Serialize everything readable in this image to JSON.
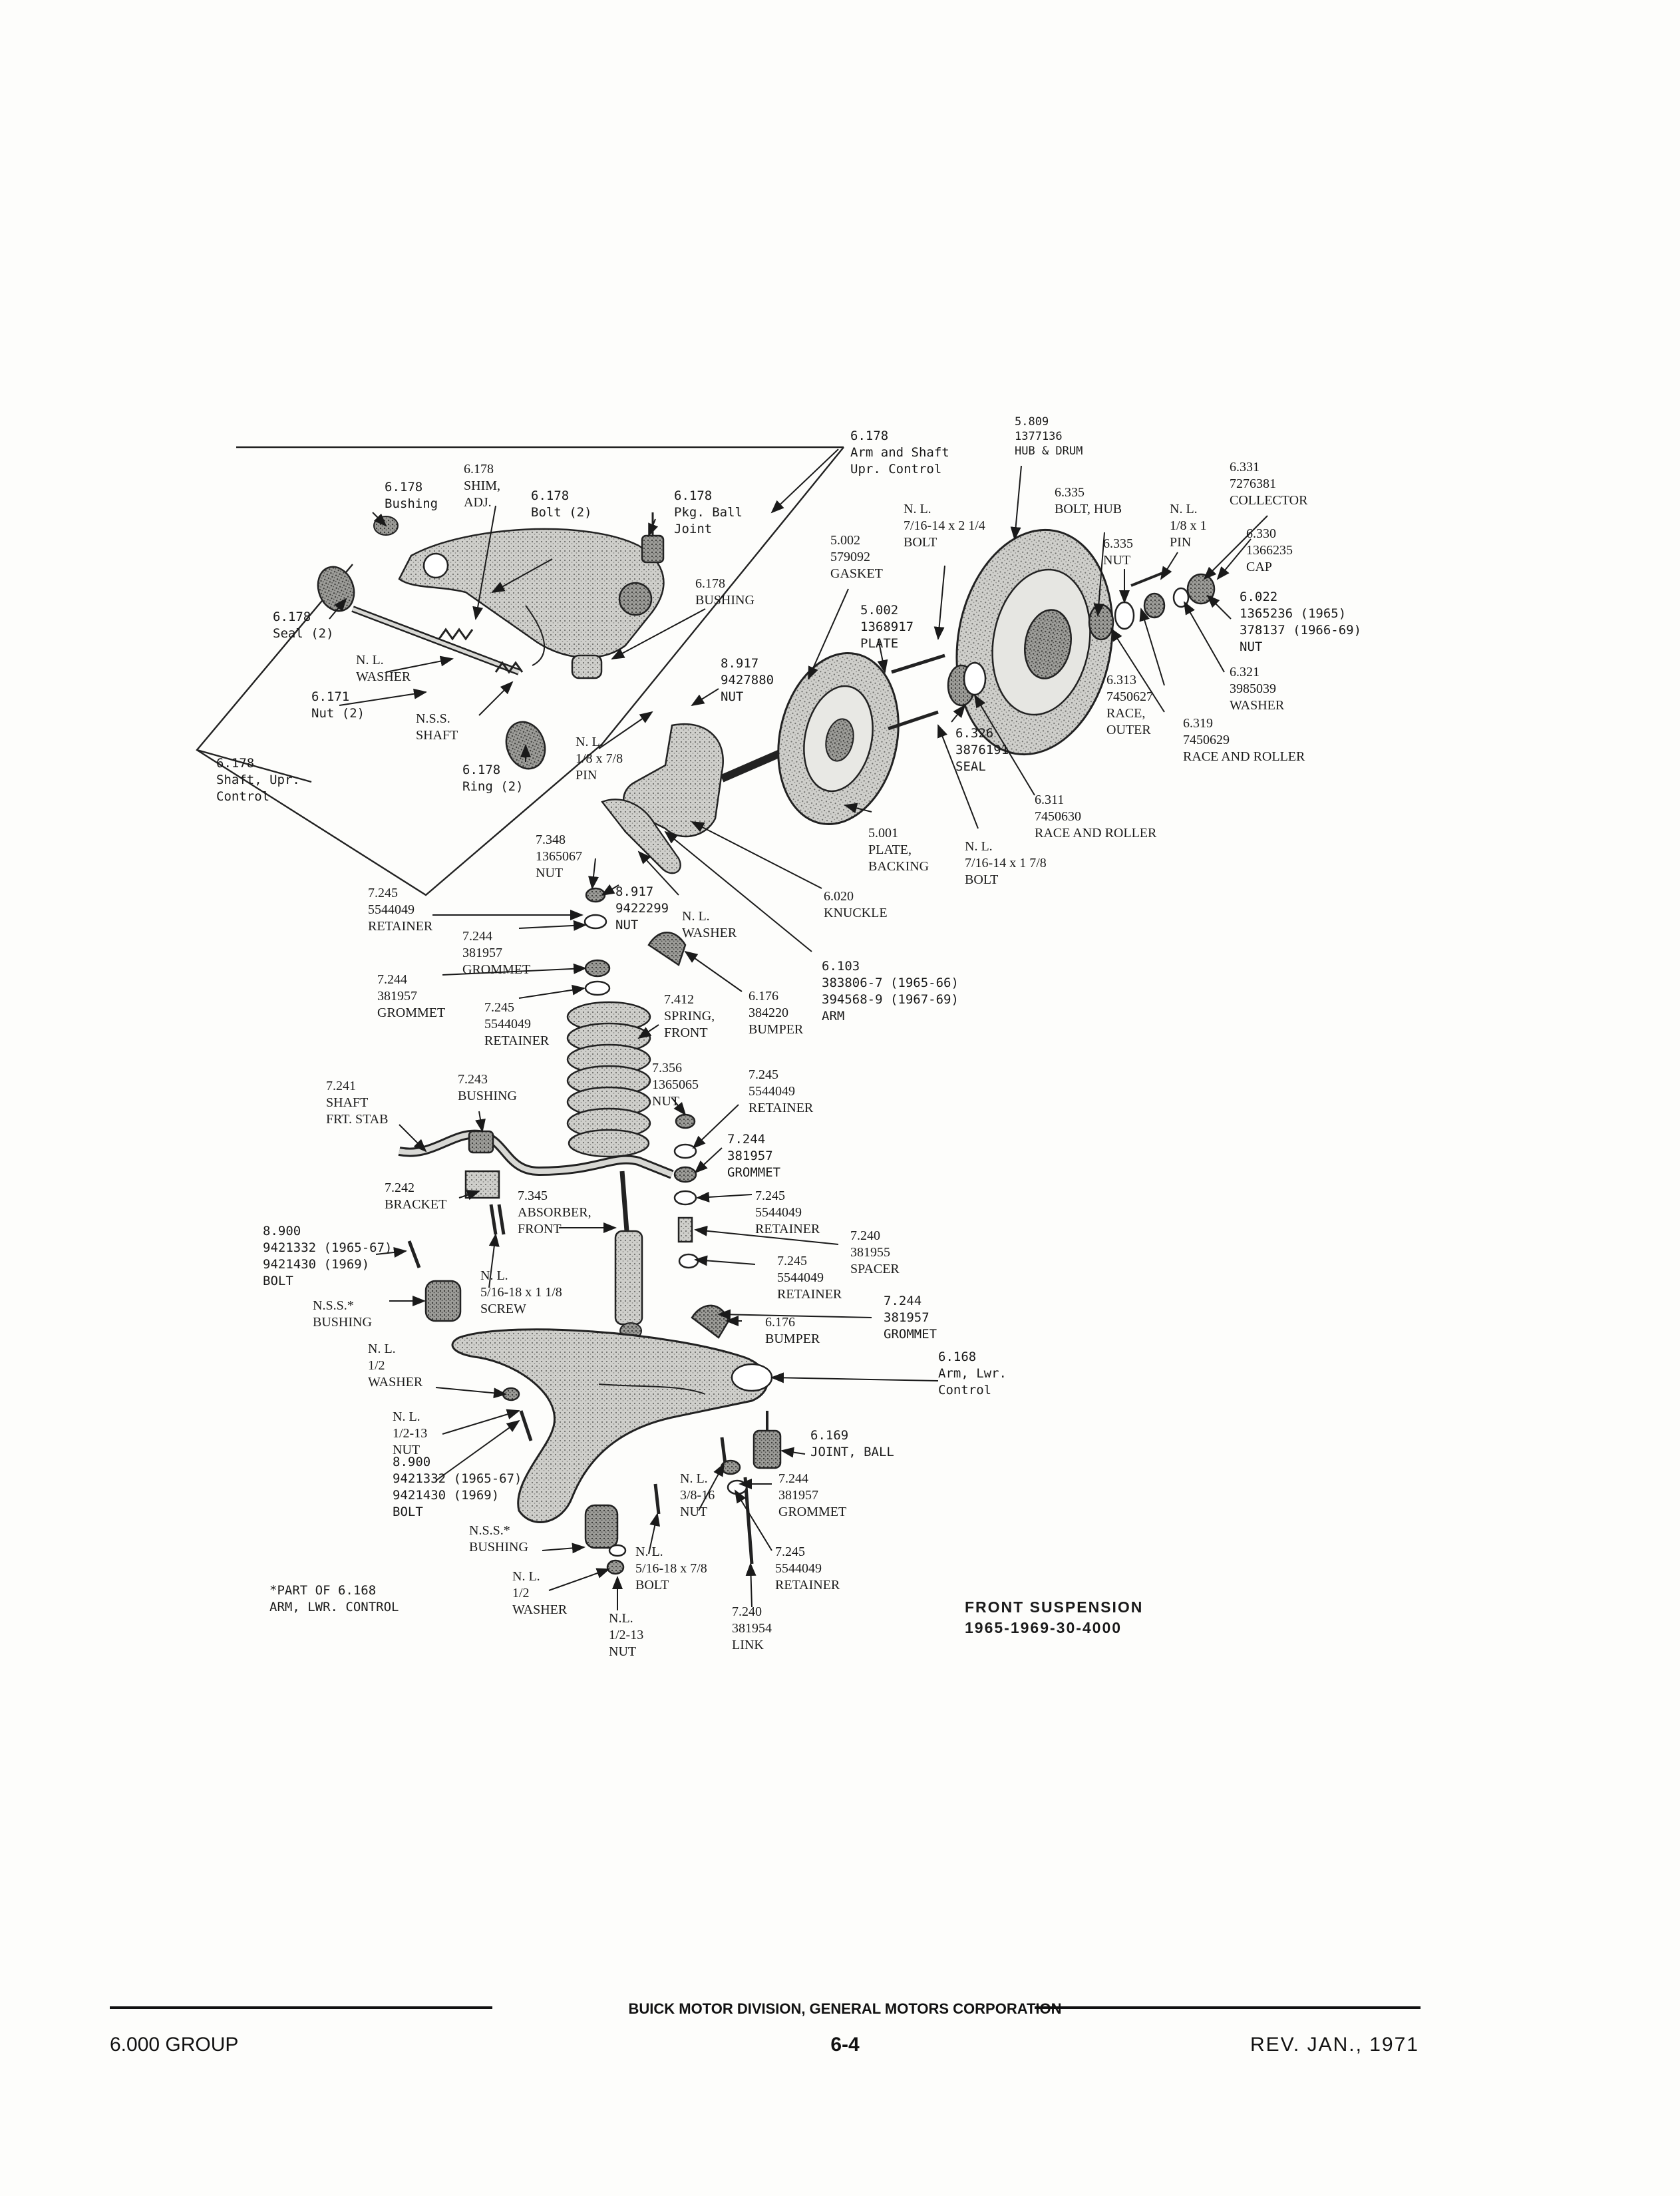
{
  "title": {
    "line1": "FRONT SUSPENSION",
    "line2": "1965-1969-30-4000"
  },
  "footnote": {
    "line1": "*PART OF 6.168",
    "line2": "ARM, LWR. CONTROL"
  },
  "callouts": [
    {
      "id": "arm-shaft-upr-control",
      "lines": [
        "6.178",
        "Arm and Shaft",
        "Upr. Control"
      ]
    },
    {
      "id": "hub-drum",
      "lines": [
        "5.809",
        "1377136",
        "HUB & DRUM"
      ]
    },
    {
      "id": "collector",
      "lines": [
        "6.331",
        "7276381",
        "COLLECTOR"
      ]
    },
    {
      "id": "shim-adj",
      "lines": [
        "6.178",
        "SHIM,",
        "ADJ."
      ]
    },
    {
      "id": "bushing-top",
      "lines": [
        "6.178",
        "Bushing"
      ]
    },
    {
      "id": "bolt-2",
      "lines": [
        "6.178",
        "Bolt (2)"
      ]
    },
    {
      "id": "pkg-ball-joint",
      "lines": [
        "6.178",
        "Pkg. Ball",
        "Joint"
      ]
    },
    {
      "id": "bolt-716-214",
      "lines": [
        "N. L.",
        "7/16-14 x 2 1/4",
        "BOLT"
      ]
    },
    {
      "id": "bolt-hub",
      "lines": [
        "6.335",
        "BOLT, HUB"
      ]
    },
    {
      "id": "pin-18x1",
      "lines": [
        "N. L.",
        "1/8 x 1",
        "PIN"
      ]
    },
    {
      "id": "cap",
      "lines": [
        "6.330",
        "1366235",
        "CAP"
      ]
    },
    {
      "id": "nut-hub",
      "lines": [
        "6.335",
        "NUT"
      ]
    },
    {
      "id": "gasket",
      "lines": [
        "5.002",
        "579092",
        "GASKET"
      ]
    },
    {
      "id": "spindle-nut",
      "lines": [
        "6.022",
        "1365236 (1965)",
        "378137 (1966-69)",
        "NUT"
      ]
    },
    {
      "id": "bushing-upper",
      "lines": [
        "6.178",
        "BUSHING"
      ]
    },
    {
      "id": "plate-5002",
      "lines": [
        "5.002",
        "1368917",
        "PLATE"
      ]
    },
    {
      "id": "seal-2",
      "lines": [
        "6.178",
        "Seal (2)"
      ]
    },
    {
      "id": "washer-nl-upper",
      "lines": [
        "N. L.",
        "WASHER"
      ]
    },
    {
      "id": "nut-8917-top",
      "lines": [
        "8.917",
        "9427880",
        "NUT"
      ]
    },
    {
      "id": "washer-6321",
      "lines": [
        "6.321",
        "3985039",
        "WASHER"
      ]
    },
    {
      "id": "race-outer",
      "lines": [
        "6.313",
        "7450627",
        "RACE,",
        "OUTER"
      ]
    },
    {
      "id": "nut-2",
      "lines": [
        "6.171",
        "Nut (2)"
      ]
    },
    {
      "id": "shaft-nss",
      "lines": [
        "N.S.S.",
        "SHAFT"
      ]
    },
    {
      "id": "race-roller-6319",
      "lines": [
        "6.319",
        "7450629",
        "RACE AND ROLLER"
      ]
    },
    {
      "id": "seal-6326",
      "lines": [
        "6.326",
        "3876191",
        "SEAL"
      ]
    },
    {
      "id": "pin-18x78",
      "lines": [
        "N. L.",
        "1/8 x 7/8",
        "PIN"
      ]
    },
    {
      "id": "shaft-upr-control",
      "lines": [
        "6.178",
        "Shaft, Upr.",
        "Control"
      ]
    },
    {
      "id": "ring-2",
      "lines": [
        "6.178",
        "Ring (2)"
      ]
    },
    {
      "id": "race-roller-6311",
      "lines": [
        "6.311",
        "7450630",
        "RACE AND ROLLER"
      ]
    },
    {
      "id": "plate-backing",
      "lines": [
        "5.001",
        "PLATE,",
        "BACKING"
      ]
    },
    {
      "id": "bolt-716-178",
      "lines": [
        "N. L.",
        "7/16-14 x 1 7/8",
        "BOLT"
      ]
    },
    {
      "id": "nut-7348",
      "lines": [
        "7.348",
        "1365067",
        "NUT"
      ]
    },
    {
      "id": "retainer-top",
      "lines": [
        "7.245",
        "5544049",
        "RETAINER"
      ]
    },
    {
      "id": "nut-8917-low",
      "lines": [
        "8.917",
        "9422299",
        "NUT"
      ]
    },
    {
      "id": "washer-nl-knuckle",
      "lines": [
        "N. L.",
        "WASHER"
      ]
    },
    {
      "id": "knuckle",
      "lines": [
        "6.020",
        "KNUCKLE"
      ]
    },
    {
      "id": "grommet-7244-a",
      "lines": [
        "7.244",
        "381957",
        "GROMMET"
      ]
    },
    {
      "id": "arm-6103",
      "lines": [
        "6.103",
        "383806-7 (1965-66)",
        "394568-9 (1967-69)",
        "ARM"
      ]
    },
    {
      "id": "grommet-7244-b",
      "lines": [
        "7.244",
        "381957",
        "GROMMET"
      ]
    },
    {
      "id": "retainer-7245-b",
      "lines": [
        "7.245",
        "5544049",
        "RETAINER"
      ]
    },
    {
      "id": "spring-front",
      "lines": [
        "7.412",
        "SPRING,",
        "FRONT"
      ]
    },
    {
      "id": "bumper-upper",
      "lines": [
        "6.176",
        "384220",
        "BUMPER"
      ]
    },
    {
      "id": "shaft-frt-stab",
      "lines": [
        "7.241",
        "SHAFT",
        "FRT. STAB"
      ]
    },
    {
      "id": "bushing-stab",
      "lines": [
        "7.243",
        "BUSHING"
      ]
    },
    {
      "id": "nut-7356",
      "lines": [
        "7.356",
        "1365065",
        "NUT"
      ]
    },
    {
      "id": "retainer-7245-c",
      "lines": [
        "7.245",
        "5544049",
        "RETAINER"
      ]
    },
    {
      "id": "grommet-7244-c",
      "lines": [
        "7.244",
        "381957",
        "GROMMET"
      ]
    },
    {
      "id": "bracket",
      "lines": [
        "7.242",
        "BRACKET"
      ]
    },
    {
      "id": "absorber-front",
      "lines": [
        "7.345",
        "ABSORBER,",
        "FRONT"
      ]
    },
    {
      "id": "retainer-7245-d",
      "lines": [
        "7.245",
        "5544049",
        "RETAINER"
      ]
    },
    {
      "id": "spacer",
      "lines": [
        "7.240",
        "381955",
        "SPACER"
      ]
    },
    {
      "id": "bolt-8900-upper",
      "lines": [
        "8.900",
        "9421332 (1965-67)",
        "9421430 (1969)",
        "BOLT"
      ]
    },
    {
      "id": "retainer-7245-e",
      "lines": [
        "7.245",
        "5544049",
        "RETAINER"
      ]
    },
    {
      "id": "screw-516",
      "lines": [
        "N. L.",
        "5/16-18 x 1 1/8",
        "SCREW"
      ]
    },
    {
      "id": "grommet-7244-d",
      "lines": [
        "7.244",
        "381957",
        "GROMMET"
      ]
    },
    {
      "id": "bushing-nss-upper",
      "lines": [
        "N.S.S.*",
        "BUSHING"
      ]
    },
    {
      "id": "bumper-lower",
      "lines": [
        "6.176",
        "BUMPER"
      ]
    },
    {
      "id": "washer-12-upper",
      "lines": [
        "N. L.",
        "1/2",
        "WASHER"
      ]
    },
    {
      "id": "arm-lwr-control",
      "lines": [
        "6.168",
        "Arm, Lwr.",
        "Control"
      ]
    },
    {
      "id": "nut-12-13-upper",
      "lines": [
        "N. L.",
        "1/2-13",
        "NUT"
      ]
    },
    {
      "id": "joint-ball",
      "lines": [
        "6.169",
        "JOINT, BALL"
      ]
    },
    {
      "id": "bolt-8900-lower",
      "lines": [
        "8.900",
        "9421332 (1965-67)",
        "9421430 (1969)",
        "BOLT"
      ]
    },
    {
      "id": "nut-38-16",
      "lines": [
        "N. L.",
        "3/8-16",
        "NUT"
      ]
    },
    {
      "id": "grommet-7244-e",
      "lines": [
        "7.244",
        "381957",
        "GROMMET"
      ]
    },
    {
      "id": "bushing-nss-lower",
      "lines": [
        "N.S.S.*",
        "BUSHING"
      ]
    },
    {
      "id": "retainer-7245-f",
      "lines": [
        "7.245",
        "5544049",
        "RETAINER"
      ]
    },
    {
      "id": "bolt-516-78",
      "lines": [
        "N. L.",
        "5/16-18 x 7/8",
        "BOLT"
      ]
    },
    {
      "id": "washer-12-lower",
      "lines": [
        "N. L.",
        "1/2",
        "WASHER"
      ]
    },
    {
      "id": "link",
      "lines": [
        "7.240",
        "381954",
        "LINK"
      ]
    },
    {
      "id": "nut-12-13-lower",
      "lines": [
        "N.L.",
        "1/2-13",
        "NUT"
      ]
    }
  ],
  "footer": {
    "division": "BUICK MOTOR DIVISION, GENERAL MOTORS CORPORATION",
    "group": "6.000 GROUP",
    "page": "6-4",
    "revision": "REV. JAN., 1971"
  }
}
